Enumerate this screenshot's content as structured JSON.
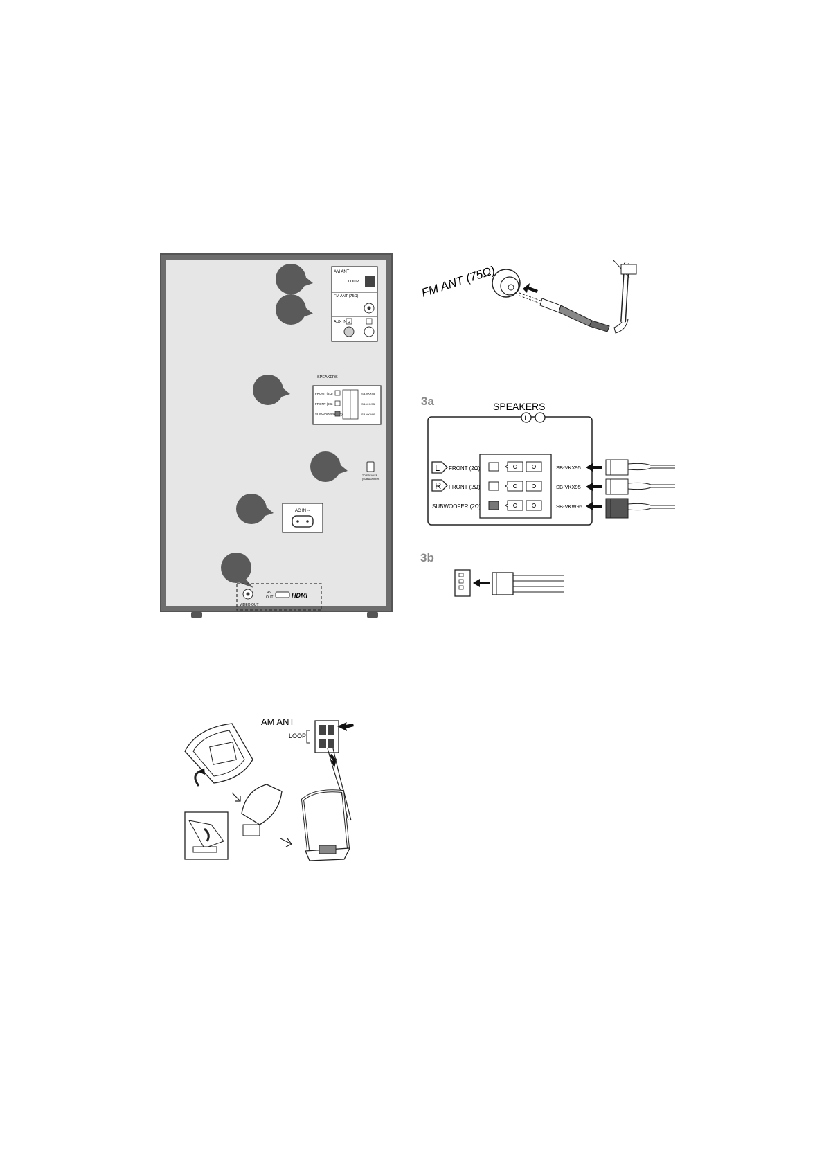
{
  "back_panel": {
    "am_ant": "AM ANT",
    "loop": "LOOP",
    "fm_ant": "FM ANT (75Ω)",
    "aux_in": "AUX IN",
    "aux_r": "R",
    "aux_l": "L",
    "speakers": "SPEAKERS",
    "front_l": "FRONT (2Ω)",
    "front_r": "FRONT (2Ω)",
    "subwoofer": "SUBWOOFER (2Ω)",
    "model_l": "SB-VKX95",
    "model_r": "SB-VKX95",
    "model_sub": "SB-VKW95",
    "to_speaker_sub": "TO SPEAKER",
    "to_speaker_sub2": "(SUBWOOFER)",
    "ac_in": "AC IN ∼",
    "video_out": "VIDEO OUT",
    "av_out_1": "AV",
    "av_out_2": "OUT",
    "hdmi": "HDMI"
  },
  "fm_detail": {
    "label": "FM ANT (75Ω)"
  },
  "speakers_detail": {
    "step": "3a",
    "title": "SPEAKERS",
    "plus": "+",
    "minus": "−",
    "ch_l": "L",
    "ch_r": "R",
    "front_l": "FRONT (2Ω)",
    "front_r": "FRONT (2Ω)",
    "subwoofer": "SUBWOOFER (2Ω)",
    "model_l": "SB-VKX95",
    "model_r": "SB-VKX95",
    "model_sub": "SB-VKW95"
  },
  "step_3b": {
    "label": "3b"
  },
  "am_detail": {
    "label": "AM ANT",
    "loop": "LOOP"
  }
}
